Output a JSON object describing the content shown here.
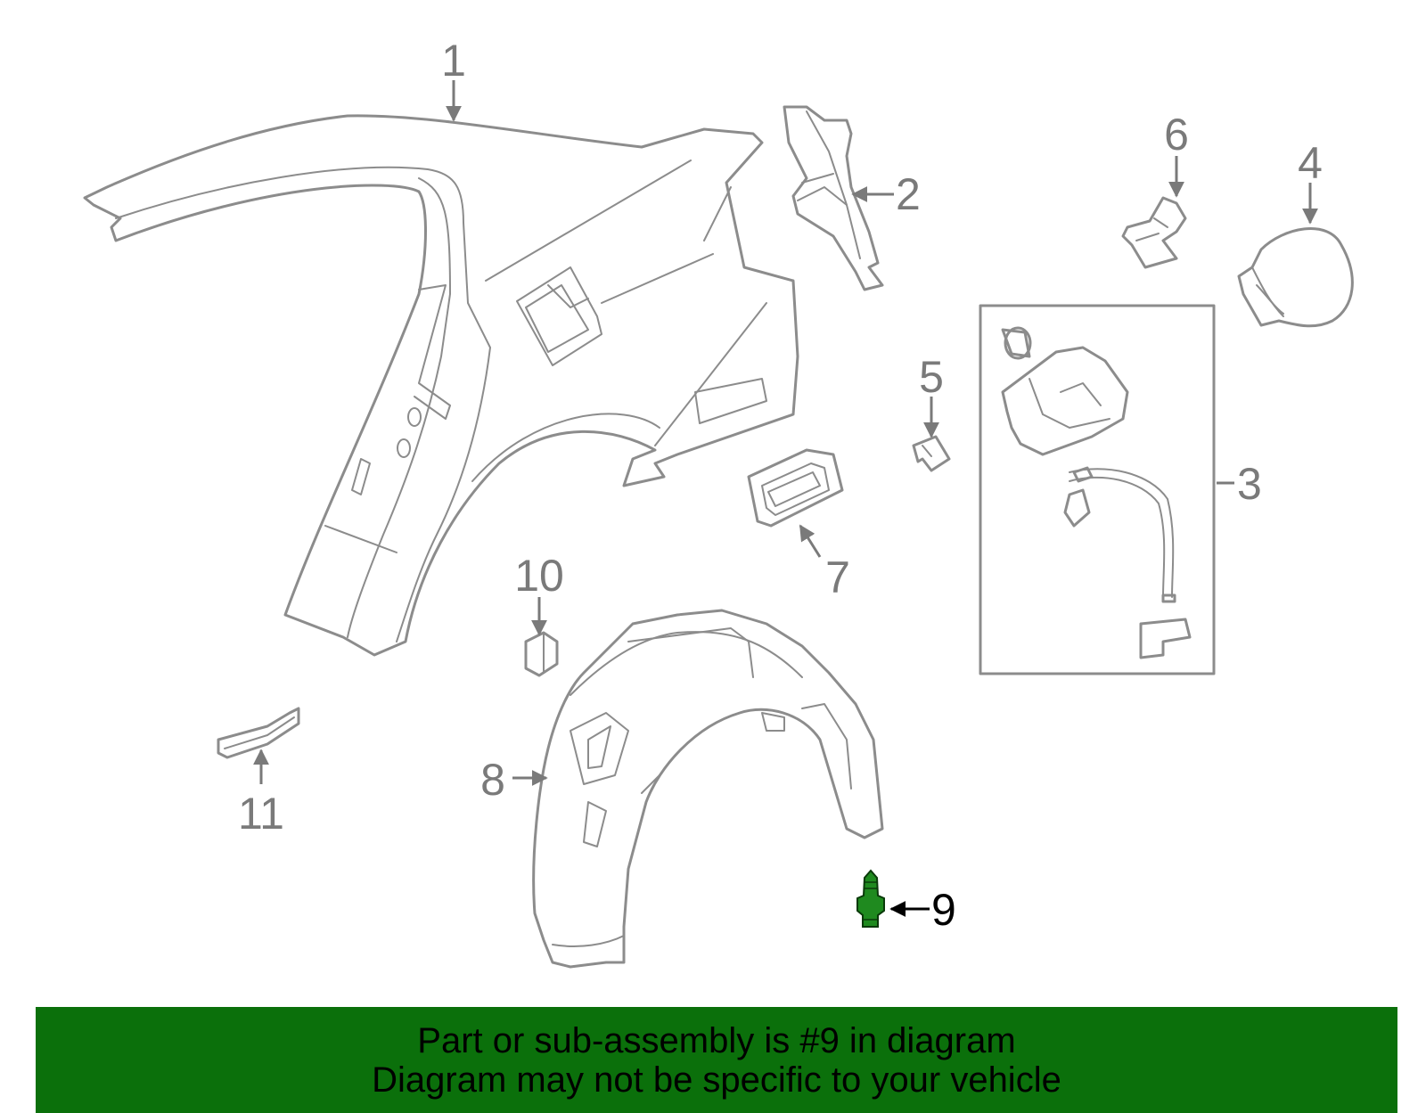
{
  "diagram": {
    "callouts": [
      "1",
      "2",
      "3",
      "4",
      "5",
      "6",
      "7",
      "8",
      "9",
      "10",
      "11"
    ],
    "highlighted_part": "9",
    "colors": {
      "line": "#8c8c8c",
      "highlight_part": "#1f8a1f",
      "banner": "#0b700b"
    }
  },
  "banner": {
    "line1": "Part or sub-assembly is #9 in diagram",
    "line2": "Diagram may not be specific to your vehicle"
  }
}
